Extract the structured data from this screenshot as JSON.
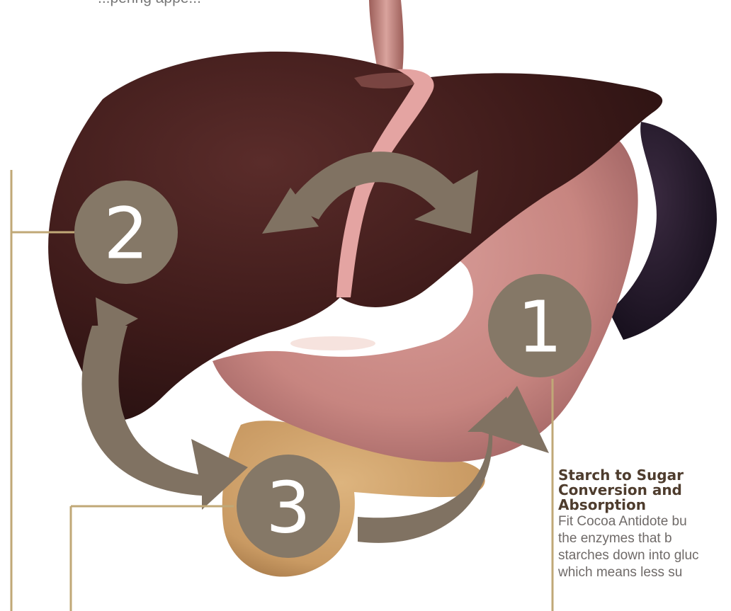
{
  "top_caption": "...pering appe...",
  "steps": [
    {
      "number": "1"
    },
    {
      "number": "2"
    },
    {
      "number": "3"
    }
  ],
  "callout_1": {
    "title_lines": [
      "Starch to Sugar",
      "Conversion and",
      "Absorption"
    ],
    "body_lines": [
      "Fit Cocoa Antidote bu",
      "the enzymes that b",
      "starches down into gluc",
      "which means less su"
    ]
  },
  "colors": {
    "badge": "#857867",
    "arrow": "#807262",
    "leader_line": "#c0a877",
    "title_text": "#4e3c2d",
    "body_text": "#6f6a68"
  }
}
